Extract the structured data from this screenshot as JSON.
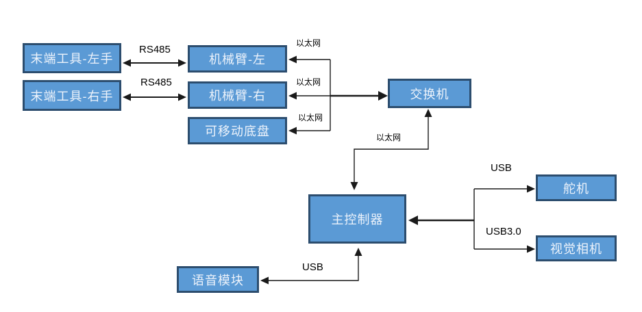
{
  "diagram": {
    "nodes": {
      "end_tool_left": {
        "label": "末端工具-左手"
      },
      "end_tool_right": {
        "label": "末端工具-右手"
      },
      "arm_left": {
        "label": "机械臂-左"
      },
      "arm_right": {
        "label": "机械臂-右"
      },
      "mobile_base": {
        "label": "可移动底盘"
      },
      "switch": {
        "label": "交换机"
      },
      "main_controller": {
        "label": "主控制器"
      },
      "servo": {
        "label": "舵机"
      },
      "vision_camera": {
        "label": "视觉相机"
      },
      "voice_module": {
        "label": "语音模块"
      }
    },
    "edge_labels": {
      "rs485_left": "RS485",
      "rs485_right": "RS485",
      "eth_arm_left": "以太网",
      "eth_arm_right": "以太网",
      "eth_base": "以太网",
      "eth_controller": "以太网",
      "usb_servo": "USB",
      "usb3_camera": "USB3.0",
      "usb_voice": "USB"
    },
    "edges": [
      {
        "from": "机械臂-左",
        "to": "末端工具-左手",
        "label": "RS485",
        "bidirectional": true
      },
      {
        "from": "机械臂-右",
        "to": "末端工具-右手",
        "label": "RS485",
        "bidirectional": true
      },
      {
        "from": "交换机",
        "to": "机械臂-左",
        "label": "以太网",
        "bidirectional": true
      },
      {
        "from": "交换机",
        "to": "机械臂-右",
        "label": "以太网",
        "bidirectional": true
      },
      {
        "from": "交换机",
        "to": "可移动底盘",
        "label": "以太网",
        "bidirectional": true
      },
      {
        "from": "交换机",
        "to": "主控制器",
        "label": "以太网",
        "bidirectional": true
      },
      {
        "from": "主控制器",
        "to": "舵机",
        "label": "USB",
        "bidirectional": false
      },
      {
        "from": "主控制器",
        "to": "视觉相机",
        "label": "USB3.0",
        "bidirectional": false
      },
      {
        "from": "主控制器",
        "to": "语音模块",
        "label": "USB",
        "bidirectional": true
      }
    ],
    "colors": {
      "node-fill": "#5B9AD5",
      "node-border": "#2C4D6E",
      "node-text": "#EDF3FB",
      "line": "#1A1A1A"
    }
  }
}
